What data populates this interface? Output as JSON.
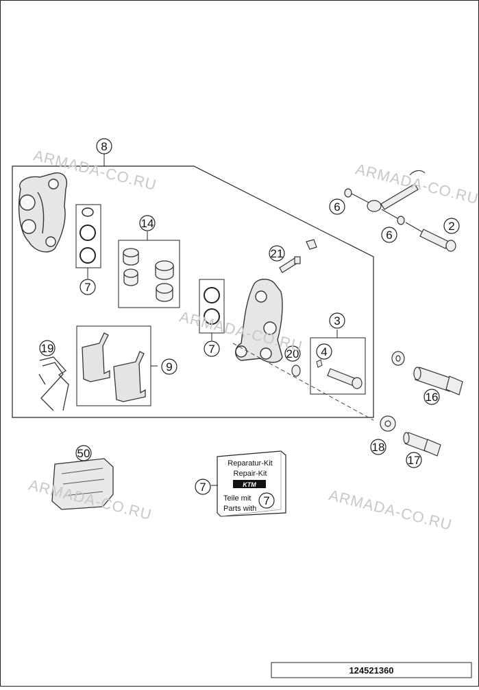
{
  "diagram": {
    "callouts": [
      {
        "id": "c8",
        "label": "8"
      },
      {
        "id": "c14",
        "label": "14"
      },
      {
        "id": "c7a",
        "label": "7"
      },
      {
        "id": "c7b",
        "label": "7"
      },
      {
        "id": "c21",
        "label": "21"
      },
      {
        "id": "c3",
        "label": "3"
      },
      {
        "id": "c4",
        "label": "4"
      },
      {
        "id": "c20",
        "label": "20"
      },
      {
        "id": "c19",
        "label": "19"
      },
      {
        "id": "c9",
        "label": "9"
      },
      {
        "id": "c6a",
        "label": "6"
      },
      {
        "id": "c6b",
        "label": "6"
      },
      {
        "id": "c2",
        "label": "2"
      },
      {
        "id": "c16",
        "label": "16"
      },
      {
        "id": "c18",
        "label": "18"
      },
      {
        "id": "c17",
        "label": "17"
      },
      {
        "id": "c50",
        "label": "50"
      },
      {
        "id": "c7c",
        "label": "7"
      },
      {
        "id": "c7d",
        "label": "7"
      }
    ],
    "kit_card": {
      "line1": "Reparatur-Kit",
      "line2": "Repair-Kit",
      "logo_text": "KTM",
      "line3": "Teile mit",
      "line4": "Parts with"
    },
    "watermark": "ARMADA-CO.RU",
    "drawing_number": "124521360"
  }
}
